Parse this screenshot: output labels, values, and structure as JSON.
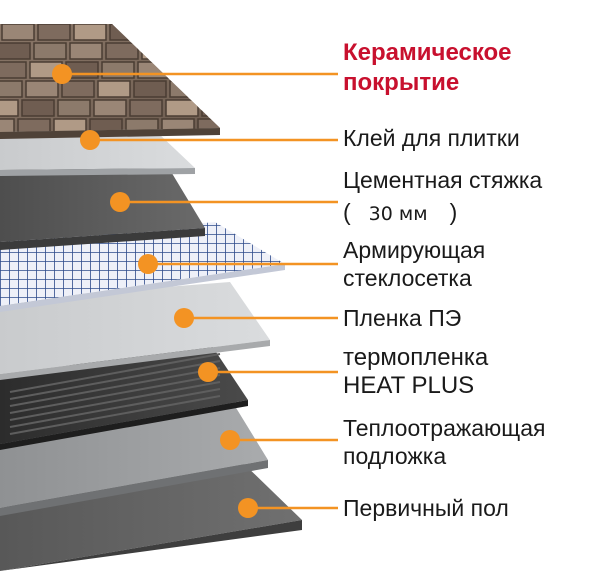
{
  "layers": [
    {
      "id": "tile",
      "label_lines": [
        "Керамическое",
        "покрытие"
      ],
      "emphasis": true
    },
    {
      "id": "adhesive",
      "label_lines": [
        "Клей для плитки"
      ]
    },
    {
      "id": "screed",
      "label_lines": [
        "Цементная стяжка"
      ],
      "extra_line": {
        "open": "(",
        "value": "30 мм",
        "close": ")"
      }
    },
    {
      "id": "mesh",
      "label_lines": [
        "Армирующая",
        "стеклосетка"
      ]
    },
    {
      "id": "pe-film",
      "label_lines": [
        "Пленка ПЭ"
      ]
    },
    {
      "id": "heating-film",
      "label_lines": [
        "термопленка",
        "HEAT PLUS"
      ]
    },
    {
      "id": "reflective-underlay",
      "label_lines": [
        "Теплоотражающая",
        "подложка"
      ]
    },
    {
      "id": "subfloor",
      "label_lines": [
        "Первичный пол"
      ]
    }
  ],
  "colors": {
    "accent": "#f39323",
    "title": "#c8102e",
    "text": "#1a1a1a"
  }
}
